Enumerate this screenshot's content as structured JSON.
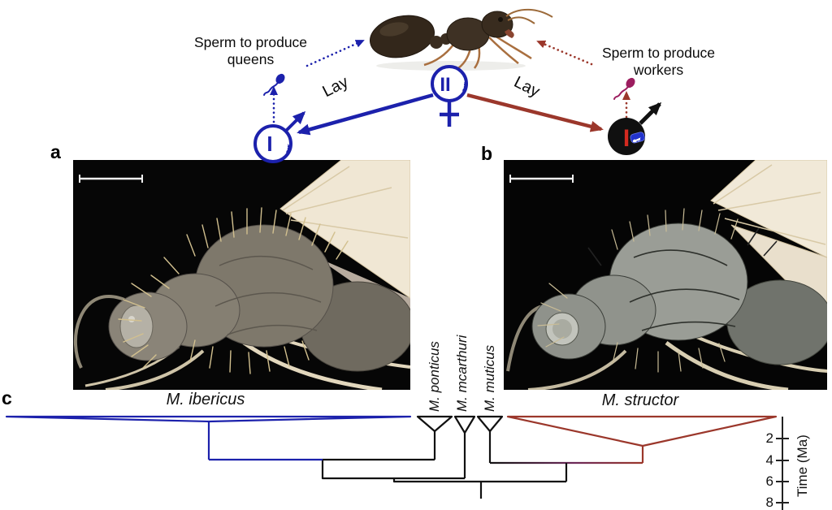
{
  "colors": {
    "blue": "#1c21ac",
    "maroon": "#9b372b",
    "black": "#111111",
    "sperm_magenta": "#9c1d5f",
    "badge_blue": "#2233cc",
    "red_bar": "#d42a20"
  },
  "top_diagram": {
    "sperm_to_queens": "Sperm to produce\nqueens",
    "sperm_to_workers": "Sperm to produce\nworkers",
    "lay_left": "Lay",
    "lay_right": "Lay",
    "queen_circle_label": "II",
    "blue_male_circle_label": "I",
    "black_male_circle_label": "I",
    "icons": {
      "queen_ant_photo": "queen-ant-photo",
      "female_symbol": "venus-cross",
      "male_symbol_blue": "mars-arrow",
      "male_symbol_black": "mars-arrow",
      "sperm_blue": "sperm-cell-blue",
      "sperm_magenta": "sperm-cell-magenta",
      "mini_ant": "small-ant-silhouette"
    }
  },
  "panels": {
    "a": {
      "label": "a",
      "content": "macro photograph of a hairy winged ant male on black background with scale bar"
    },
    "b": {
      "label": "b",
      "content": "macro photograph of a bristly silvery winged ant male on black background with scale bar"
    }
  },
  "phylogeny": {
    "panel_label": "c",
    "type": "time-calibrated phylogenetic tree with collapsed clades",
    "taxa": [
      {
        "name": "M. ibericus",
        "color": "#1c21ac",
        "crown_age_Ma": 0.3
      },
      {
        "name": "M. ponticus",
        "color": "#111111",
        "crown_age_Ma": 1.4
      },
      {
        "name": "M. mcarthuri",
        "color": "#111111",
        "crown_age_Ma": 1.6
      },
      {
        "name": "M. muticus",
        "color": "#111111",
        "crown_age_Ma": 1.4
      },
      {
        "name": "M. structor",
        "color": "#9b372b",
        "crown_age_Ma": 2.8
      }
    ],
    "divergence_times_Ma": {
      "ibericus_vs_ponticus": 4.0,
      "ibericus_ponticus_vs_mcarthuri": 5.8,
      "muticus_vs_structor": 4.3,
      "root": 6.1,
      "root_stem_extends_to": 7.7
    },
    "axis": {
      "label": "Time (Ma)",
      "tick_labels": [
        "2",
        "4",
        "6",
        "8"
      ],
      "orientation": "vertical, present at top"
    }
  }
}
